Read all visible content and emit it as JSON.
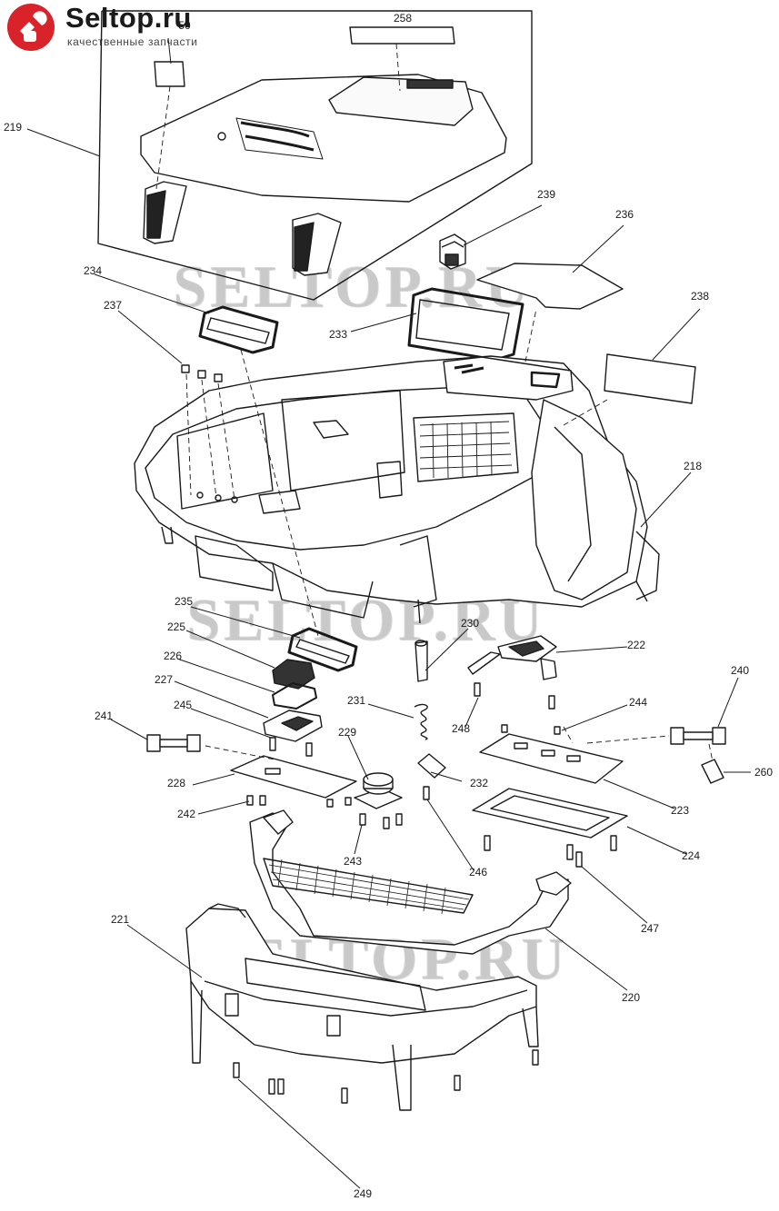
{
  "brand": {
    "name": "Seltop.ru",
    "tagline": "качественные запчасти",
    "watermark": "SELTOP.RU",
    "color": "#d9232a"
  },
  "callouts": [
    "258",
    "219",
    "50",
    "239",
    "236",
    "234",
    "237",
    "233",
    "238",
    "218",
    "235",
    "225",
    "230",
    "222",
    "226",
    "227",
    "231",
    "240",
    "245",
    "244",
    "241",
    "248",
    "229",
    "260",
    "228",
    "232",
    "223",
    "242",
    "224",
    "243",
    "246",
    "247",
    "221",
    "220",
    "249"
  ]
}
